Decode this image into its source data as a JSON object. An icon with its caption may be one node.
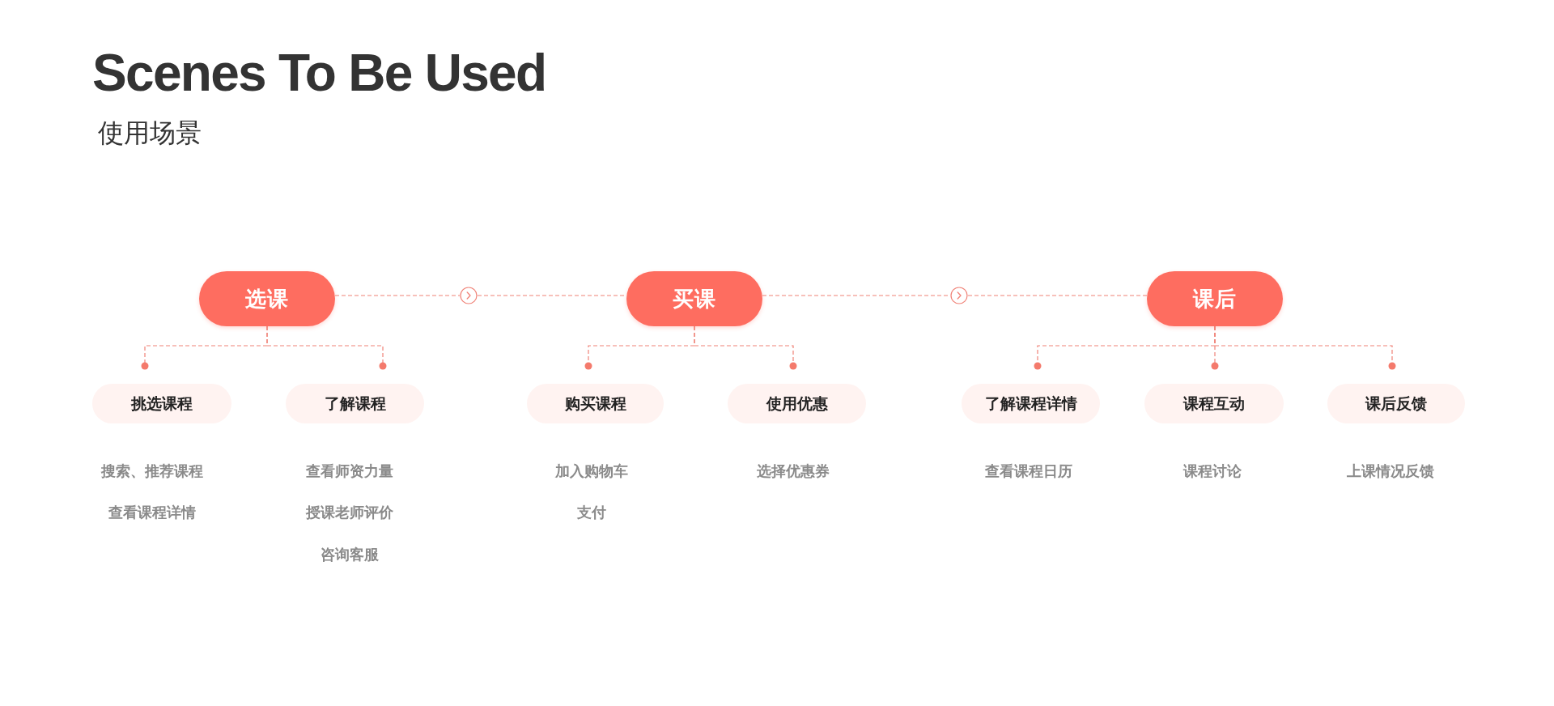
{
  "diagram": {
    "title": "Scenes To Be Used",
    "nodes": [
      {
        "text": [
          "选课"
        ]
      },
      {
        "text": [],
        "shape": "circle"
      },
      {
        "text": [
          "买课"
        ]
      },
      {
        "text": [],
        "shape": "circle"
      },
      {
        "text": [
          "课后"
        ]
      },
      {
        "text": [
          "挑选课程"
        ],
        "beside": [
          "搜索、推荐课程",
          "查看课程详情"
        ]
      },
      {
        "text": [
          "了解课程"
        ],
        "beside": [
          "查看师资力量",
          "授课老师评价",
          "咨询客服"
        ]
      },
      {
        "text": [
          "购买课程"
        ],
        "beside": [
          "加入购物车",
          "支付"
        ]
      },
      {
        "text": [
          "使用优惠"
        ],
        "beside": [
          "选择优惠券"
        ]
      },
      {
        "text": [
          "了解课程详情"
        ],
        "beside": [
          "查看课程日历"
        ]
      },
      {
        "text": [
          "课程互动"
        ],
        "beside": [
          "课程讨论"
        ]
      },
      {
        "text": [
          "课后反馈"
        ],
        "beside": [
          "上课情况反馈"
        ]
      }
    ],
    "edges": [
      {
        "from": 0,
        "to": 1,
        "arrow": "none",
        "style": "dashed"
      },
      {
        "from": 1,
        "to": 2,
        "arrow": "none",
        "style": "dashed"
      },
      {
        "from": 2,
        "to": 3,
        "arrow": "none",
        "style": "dashed"
      },
      {
        "from": 3,
        "to": 4,
        "arrow": "none",
        "style": "dashed"
      },
      {
        "from": 0,
        "to": 5,
        "arrow": "other",
        "style": "dashed"
      },
      {
        "from": 0,
        "to": 6,
        "arrow": "other",
        "style": "dashed"
      },
      {
        "from": 2,
        "to": 7,
        "arrow": "other",
        "style": "dashed"
      },
      {
        "from": 2,
        "to": 8,
        "arrow": "other",
        "style": "dashed"
      },
      {
        "from": 4,
        "to": 9,
        "arrow": "other",
        "style": "dashed"
      },
      {
        "from": 4,
        "to": 10,
        "arrow": "other",
        "style": "dashed"
      },
      {
        "from": 4,
        "to": 11,
        "arrow": "other",
        "style": "dashed"
      }
    ],
    "labels": [
      "使用场景"
    ]
  }
}
